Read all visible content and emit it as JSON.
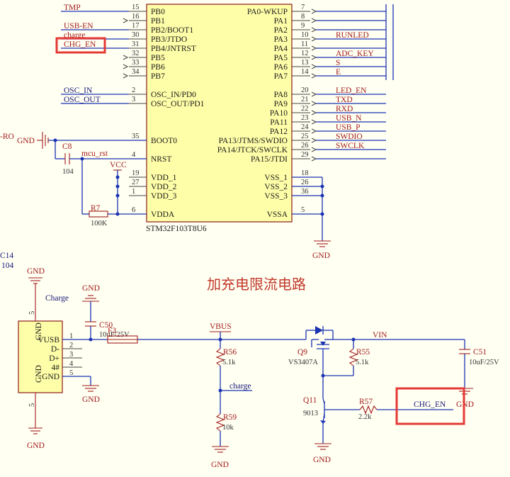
{
  "mcu": {
    "part": "STM32F103T8U6",
    "left_pins": [
      {
        "num": "15",
        "name": "PB0",
        "net": "TMP"
      },
      {
        "num": "16",
        "name": "PB1",
        "net": ""
      },
      {
        "num": "17",
        "name": "PB2/BOOT1",
        "net": "USB-EN"
      },
      {
        "num": "30",
        "name": "PB3/JTDO",
        "net": "charge"
      },
      {
        "num": "31",
        "name": "PB4/JNTRST",
        "net": "CHG_EN"
      },
      {
        "num": "32",
        "name": "PB5",
        "net": ""
      },
      {
        "num": "33",
        "name": "PB6",
        "net": ""
      },
      {
        "num": "34",
        "name": "PB7",
        "net": ""
      },
      {
        "num": "2",
        "name": "OSC_IN/PD0",
        "net": "OSC_IN"
      },
      {
        "num": "3",
        "name": "OSC_OUT/PD1",
        "net": "OSC_OUT"
      },
      {
        "num": "35",
        "name": "BOOT0",
        "net": ""
      },
      {
        "num": "4",
        "name": "NRST",
        "net": ""
      },
      {
        "num": "19",
        "name": "VDD_1",
        "net": ""
      },
      {
        "num": "27",
        "name": "VDD_2",
        "net": ""
      },
      {
        "num": "1",
        "name": "VDD_3",
        "net": ""
      },
      {
        "num": "6",
        "name": "VDDA",
        "net": ""
      }
    ],
    "right_pins": [
      {
        "num": "7",
        "name": "PA0-WKUP",
        "net": ""
      },
      {
        "num": "8",
        "name": "PA1",
        "net": ""
      },
      {
        "num": "9",
        "name": "PA2",
        "net": ""
      },
      {
        "num": "10",
        "name": "PA3",
        "net": "RUNLED"
      },
      {
        "num": "11",
        "name": "PA4",
        "net": ""
      },
      {
        "num": "12",
        "name": "PA5",
        "net": "ADC_KEY"
      },
      {
        "num": "13",
        "name": "PA6",
        "net": "S"
      },
      {
        "num": "14",
        "name": "PA7",
        "net": "E"
      },
      {
        "num": "20",
        "name": "PA8",
        "net": "LED_EN"
      },
      {
        "num": "21",
        "name": "PA9",
        "net": "TXD"
      },
      {
        "num": "22",
        "name": "PA10",
        "net": "RXD"
      },
      {
        "num": "23",
        "name": "PA11",
        "net": "USB_N"
      },
      {
        "num": "24",
        "name": "PA12",
        "net": "USB_P"
      },
      {
        "num": "25",
        "name": "PA13/JTMS/SWDIO",
        "net": "SWDIO"
      },
      {
        "num": "26",
        "name": "PA14/JTCK/SWCLK",
        "net": "SWCLK"
      },
      {
        "num": "29",
        "name": "PA15/JTDI",
        "net": ""
      },
      {
        "num": "18",
        "name": "VSS_1",
        "net": ""
      },
      {
        "num": "26",
        "name": "VSS_2",
        "net": ""
      },
      {
        "num": "36",
        "name": "VSS_3",
        "net": ""
      },
      {
        "num": "5",
        "name": "VSSA",
        "net": ""
      }
    ]
  },
  "labels": {
    "ro": "-RO",
    "gnd": "GND",
    "vcc": "VCC",
    "mcu_rst": "mcu_rst",
    "c8_ref": "C8",
    "c8_val": "104",
    "r7_ref": "R7",
    "r7_val": "100K",
    "c14_ref": "C14",
    "c14_val": "104",
    "circuit_title": "加充电限流电路",
    "charge_conn": "Charge",
    "usb_pins": [
      {
        "num": "1",
        "name": "VUSB"
      },
      {
        "num": "2",
        "name": "D-"
      },
      {
        "num": "3",
        "name": "D+"
      },
      {
        "num": "4",
        "name": "4#"
      },
      {
        "num": "5",
        "name": "GND"
      }
    ],
    "usb_gnd_top": "GND",
    "usb_gnd_bot": "GND",
    "usb_side_num_top": "5",
    "usb_side_num_bot": "5",
    "c50_ref": "C50",
    "c50_val": "10uF/25V",
    "f3_ref": "F3",
    "vbus": "VBUS",
    "r56_ref": "R56",
    "r56_val": "5.1k",
    "charge_net": "charge",
    "r59_ref": "R59",
    "r59_val": "10k",
    "q9_ref": "Q9",
    "q9_val": "VS3407A",
    "vin": "VIN",
    "r55_ref": "R55",
    "r55_val": "5.1k",
    "c51_ref": "C51",
    "c51_val": "10uF/25V",
    "q11_ref": "Q11",
    "q11_val": "9013",
    "r57_ref": "R57",
    "r57_val": "2.2k",
    "chg_en_net": "CHG_EN"
  },
  "colors": {
    "wire": "#1a33b3",
    "component": "#a31c1c",
    "ic_fill": "#fffea8",
    "highlight": "#e53935",
    "background": "#fffff2"
  }
}
